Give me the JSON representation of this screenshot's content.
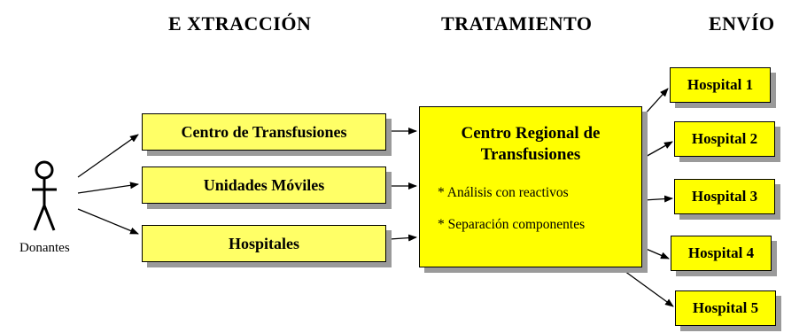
{
  "headers": {
    "extraction": "E XTRACCIÓN",
    "treatment": "TRATAMIENTO",
    "shipping": "ENVÍO"
  },
  "donor": {
    "label": "Donantes",
    "icon": "person-icon"
  },
  "sources": [
    {
      "label": "Centro de Transfusiones"
    },
    {
      "label": "Unidades Móviles"
    },
    {
      "label": "Hospitales"
    }
  ],
  "central": {
    "title": "Centro Regional de Transfusiones",
    "bullets": [
      "* Análisis con reactivos",
      "* Separación componentes"
    ]
  },
  "hospitals": [
    {
      "label": "Hospital 1"
    },
    {
      "label": "Hospital 2"
    },
    {
      "label": "Hospital 3"
    },
    {
      "label": "Hospital 4"
    },
    {
      "label": "Hospital 5"
    }
  ],
  "colors": {
    "box_light": "#ffff66",
    "box_bright": "#ffff00",
    "shadow": "#9a9a9a"
  }
}
